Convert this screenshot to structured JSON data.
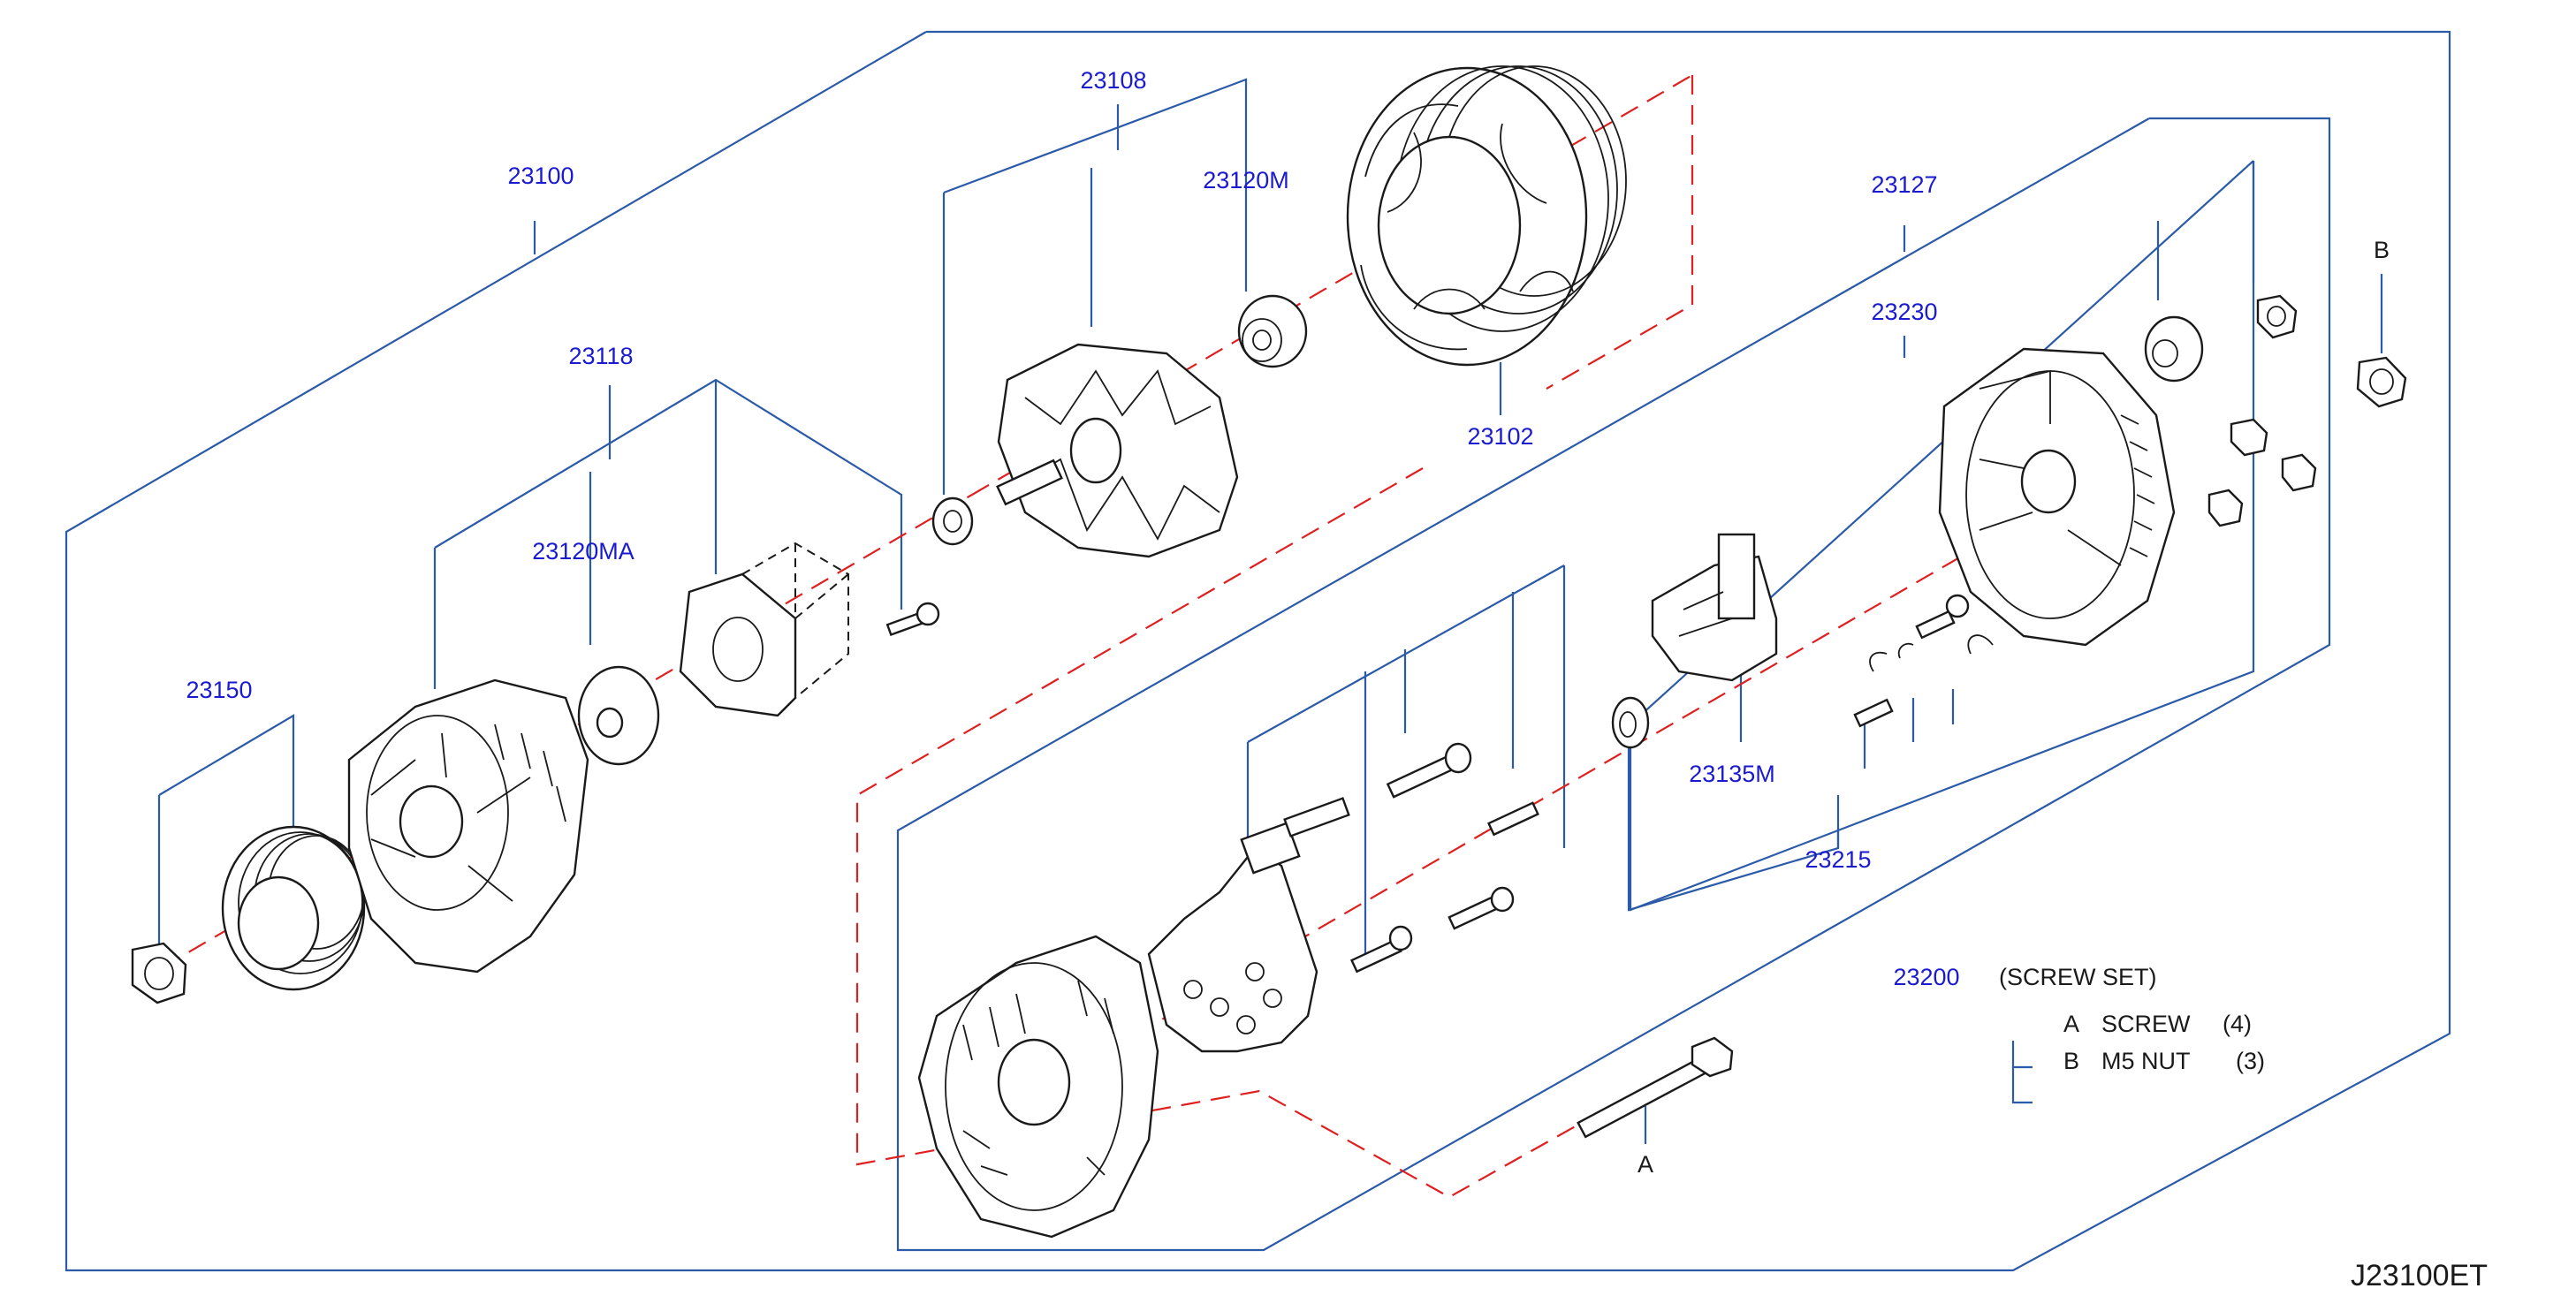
{
  "diagram": {
    "reference_code": "J23100ET",
    "part_numbers": {
      "p23100": "23100",
      "p23108": "23108",
      "p23120M": "23120M",
      "p23118": "23118",
      "p23120MA": "23120MA",
      "p23150": "23150",
      "p23102": "23102",
      "p23127": "23127",
      "p23230": "23230",
      "p23135M": "23135M",
      "p23215": "23215",
      "p23200": "23200"
    },
    "screw_set": {
      "title": "(SCREW  SET)",
      "rows": [
        {
          "key": "A",
          "name": "SCREW",
          "qty": "(4)"
        },
        {
          "key": "B",
          "name": "M5  NUT",
          "qty": "(3)"
        }
      ]
    },
    "callouts": {
      "a": "A",
      "b": "B"
    },
    "colors": {
      "leader": "#2b5aa8",
      "centerline": "#e02020",
      "part_number": "#1a1ad0",
      "outline": "#1a1a1a"
    }
  }
}
